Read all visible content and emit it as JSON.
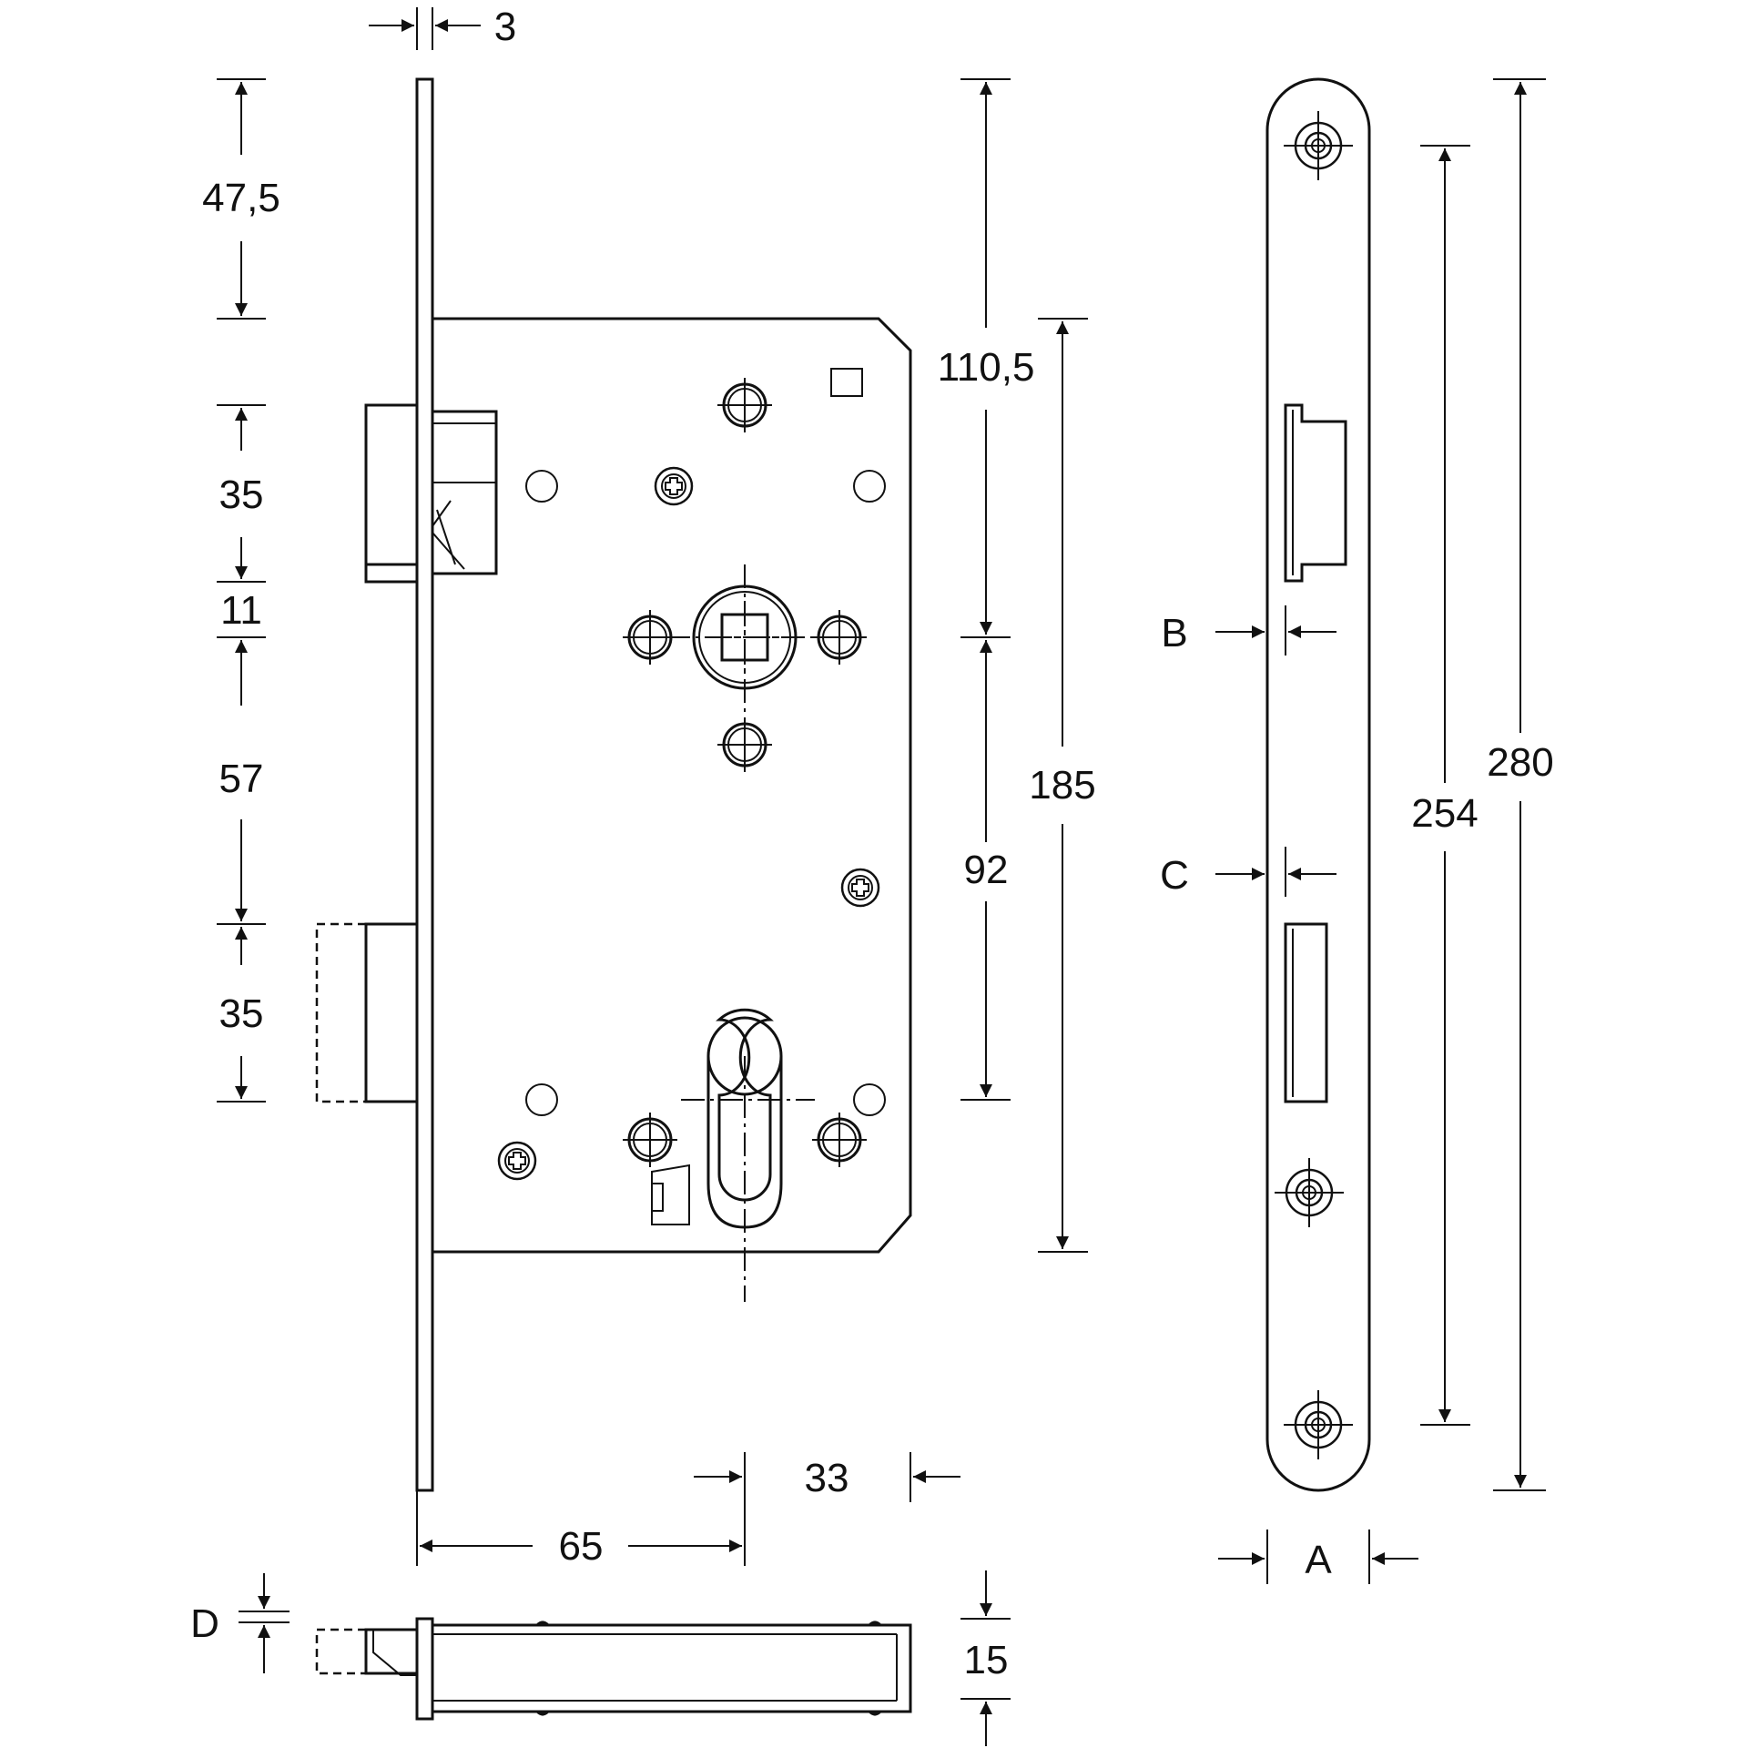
{
  "dimensions": {
    "faceplate_thickness": "3",
    "top_to_body": "47,5",
    "latch_height": "35",
    "latch_gap": "11",
    "latch_to_bolt": "57",
    "bolt_height": "35",
    "top_to_follower": "110,5",
    "body_height": "185",
    "follower_to_cylinder": "92",
    "backset": "65",
    "backset_remainder": "33",
    "strike_screw_spacing": "254",
    "strike_length": "280",
    "label_a": "A",
    "label_b": "B",
    "label_c": "C",
    "label_d": "D",
    "body_depth": "15"
  },
  "colors": {
    "line": "#111111",
    "background": "#ffffff"
  }
}
